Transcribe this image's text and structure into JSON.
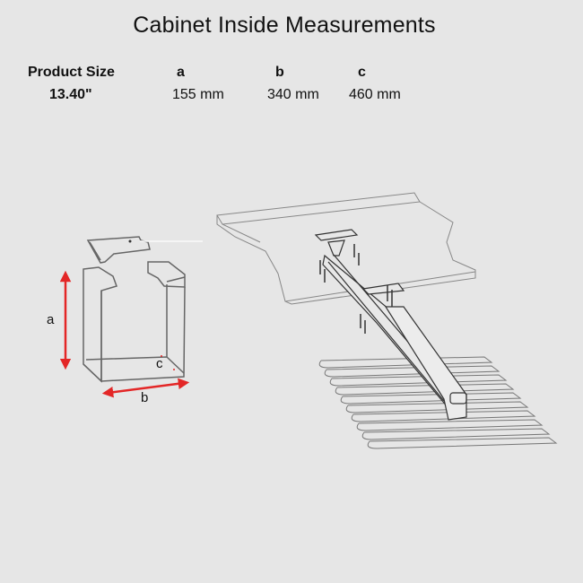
{
  "title": "Cabinet Inside Measurements",
  "specs": {
    "headers": {
      "product_size": "Product Size",
      "a": "a",
      "b": "b",
      "c": "c"
    },
    "values": {
      "product_size": "13.40\"",
      "a": "155 mm",
      "b": "340 mm",
      "c": "460 mm"
    }
  },
  "cabinet_diagram": {
    "labels": {
      "a": "a",
      "b": "b",
      "c": "c"
    },
    "arrow_color": "#e32626",
    "line_color": "#555555"
  },
  "product_diagram": {
    "description": "Pull-out trouser rack mounted under cabinet shelf",
    "hanger_bar_count": 10
  }
}
